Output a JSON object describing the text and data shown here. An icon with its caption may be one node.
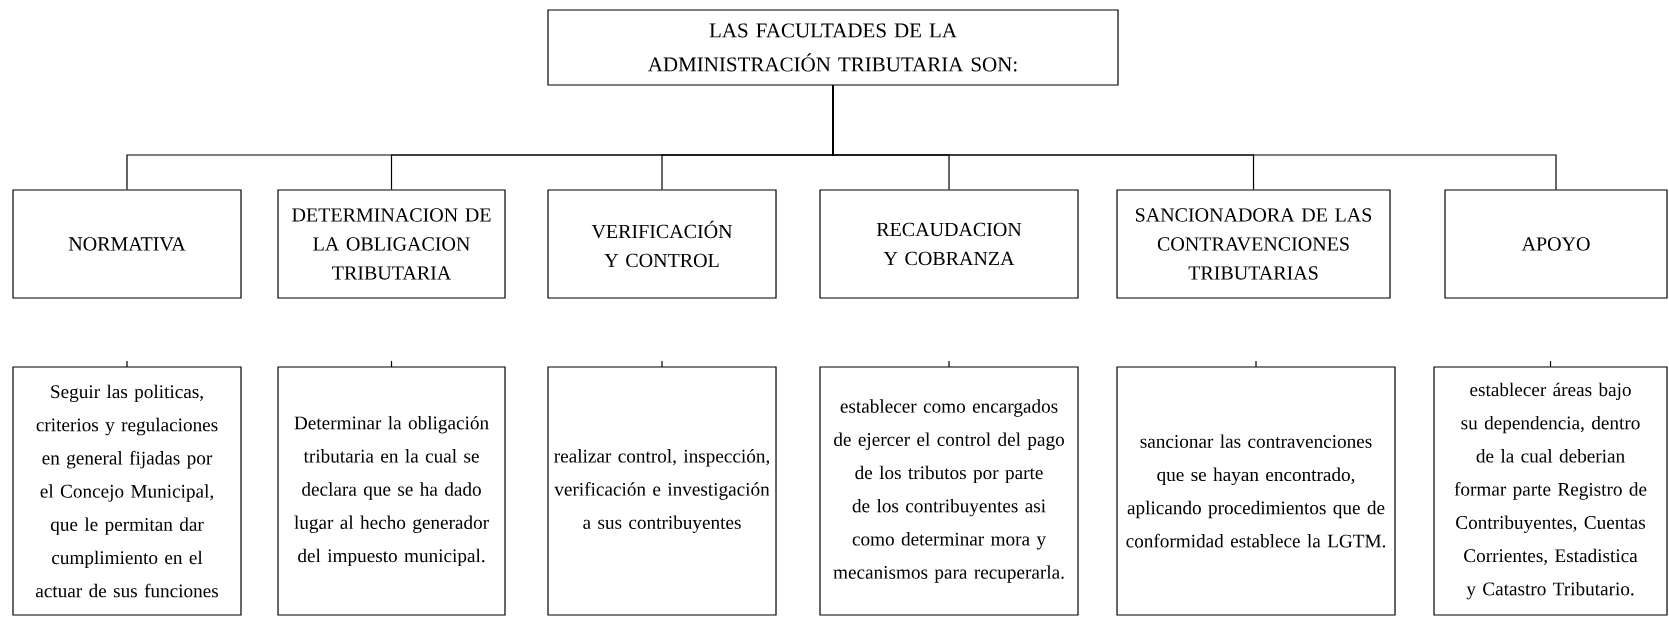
{
  "diagram": {
    "nodes": [
      {
        "text": [
          "LAS FACULTADES DE LA ADMINISTRACIÓN TRIBUTARIA SON:"
        ]
      },
      {
        "text": [
          "NORMATIVA"
        ]
      },
      {
        "text": [
          "DETERMINACION DE LA OBLIGACION TRIBUTARIA"
        ]
      },
      {
        "text": [
          "VERIFICACIÓN Y CONTROL"
        ]
      },
      {
        "text": [
          "RECAUDACION Y COBRANZA"
        ]
      },
      {
        "text": [
          "SANCIONADORA DE LAS CONTRAVENCIONES TRIBUTARIAS"
        ]
      },
      {
        "text": [
          "APOYO"
        ]
      },
      {
        "text": [
          "Seguir las politicas, criterios y regulaciones en general fijadas por el Concejo Municipal, que le permitan dar cumplimiento en el actuar de sus funciones"
        ]
      },
      {
        "text": [
          "Determinar la obligación tributaria en la cual se declara que se ha dado lugar al hecho generador del impuesto municipal."
        ]
      },
      {
        "text": [
          "realizar control, inspección, verificación e investigación a sus contribuyentes"
        ]
      },
      {
        "text": [
          "establecer como encargados de ejercer el control del pago de los tributos por parte de los contribuyentes asi como determinar mora y mecanismos para recuperarla."
        ]
      },
      {
        "text": [
          "sancionar las contravenciones que se hayan encontrado, aplicando procedimientos que de conformidad establece la LGTM."
        ]
      },
      {
        "text": [
          "establecer áreas bajo su dependencia, dentro de la cual deberian formar parte Registro de Contribuyentes, Cuentas Corrientes, Estadistica y Catastro Tributario."
        ]
      }
    ],
    "edges": [
      {
        "from": 0,
        "to": 1,
        "arrow": "none"
      },
      {
        "from": 0,
        "to": 2,
        "arrow": "none"
      },
      {
        "from": 0,
        "to": 3,
        "arrow": "none"
      },
      {
        "from": 0,
        "to": 4,
        "arrow": "none"
      },
      {
        "from": 0,
        "to": 5,
        "arrow": "none"
      },
      {
        "from": 0,
        "to": 6,
        "arrow": "none"
      }
    ]
  }
}
